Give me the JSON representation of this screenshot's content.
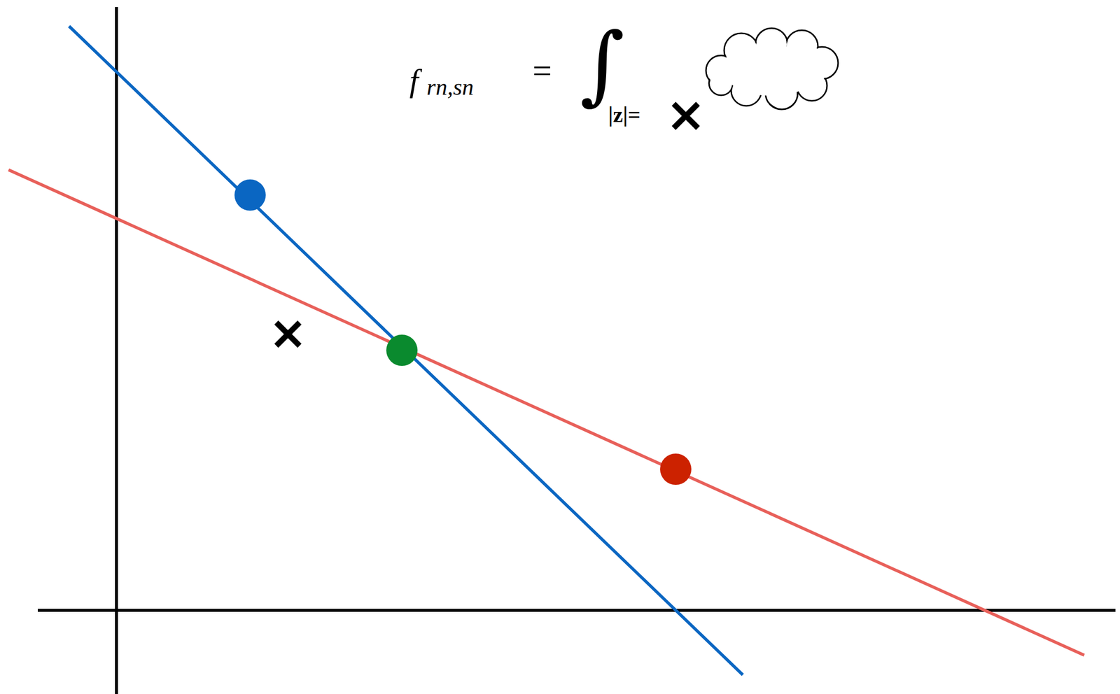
{
  "diagram": {
    "labels": [
      "f",
      "rn,sn",
      "=",
      "∫",
      "|z|="
    ]
  }
}
